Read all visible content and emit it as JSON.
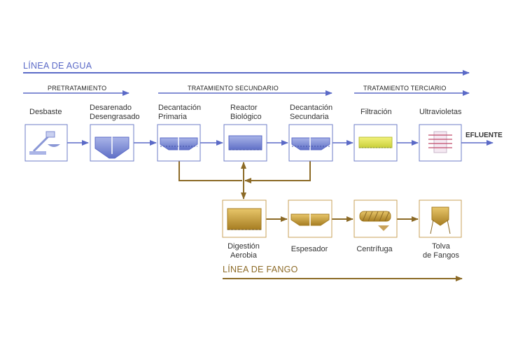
{
  "colors": {
    "water": "#5b6ac7",
    "sludge": "#8c6a26"
  },
  "water_line": {
    "title": "LÍNEA DE AGUA",
    "phases": [
      "PRETRATAMIENTO",
      "TRATAMIENTO SECUNDARIO",
      "TRATAMIENTO TERCIARIO"
    ],
    "steps": [
      {
        "label": "Desbaste",
        "icon": "screen-icon"
      },
      {
        "label": "Desarenado\nDesengrasado",
        "icon": "grit-chamber-icon"
      },
      {
        "label": "Decantación\nPrimaria",
        "icon": "primary-clarifier-icon"
      },
      {
        "label": "Reactor\nBiológico",
        "icon": "bioreactor-icon"
      },
      {
        "label": "Decantación\nSecundaria",
        "icon": "secondary-clarifier-icon"
      },
      {
        "label": "Filtración",
        "icon": "filter-icon"
      },
      {
        "label": "Ultravioletas",
        "icon": "uv-lamp-icon"
      }
    ],
    "output": "EFLUENTE"
  },
  "sludge_line": {
    "title": "LÍNEA DE FANGO",
    "steps": [
      {
        "label": "Digestión\nAerobia",
        "icon": "digester-icon"
      },
      {
        "label": "Espesador",
        "icon": "thickener-icon"
      },
      {
        "label": "Centrífuga",
        "icon": "centrifuge-icon"
      },
      {
        "label": "Tolva\nde Fangos",
        "icon": "hopper-icon"
      }
    ]
  }
}
